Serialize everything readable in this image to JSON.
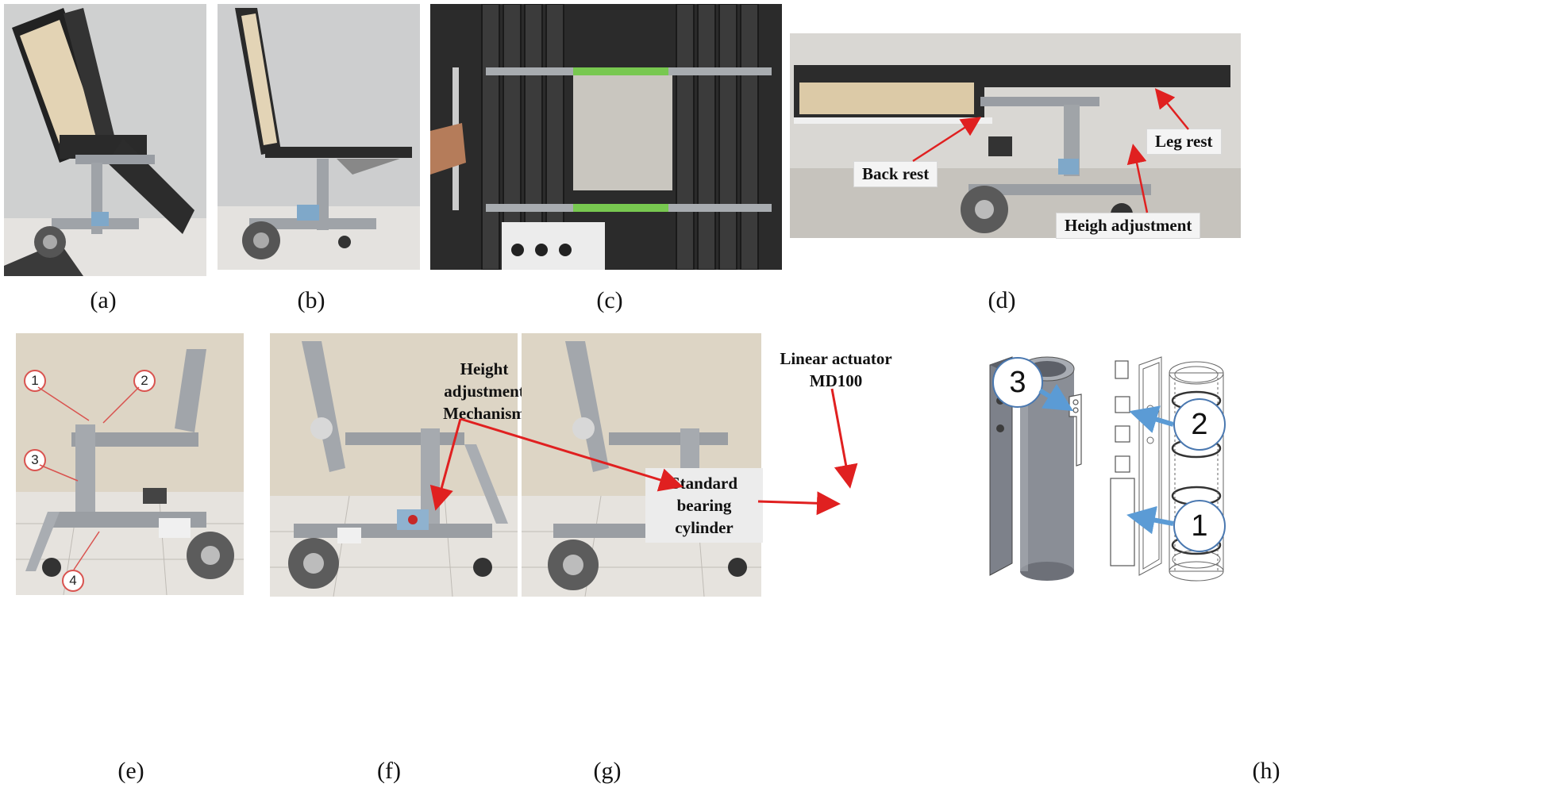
{
  "captions": [
    "(a)",
    "(b)",
    "(c)",
    "(d)",
    "(e)",
    "(f)",
    "(g)",
    "(h)"
  ],
  "panel_d_labels": {
    "back_rest": "Back rest",
    "leg_rest": "Leg rest",
    "height": "Heigh adjustment"
  },
  "panel_e_numbers": [
    "1",
    "2",
    "3",
    "4"
  ],
  "panel_f_label": "Height adjustment Mechanism",
  "panel_g_labels": {
    "actuator": "Linear actuator MD100",
    "bearing": "Standard bearing cylinder"
  },
  "panel_h_numbers": [
    "3",
    "2",
    "1"
  ],
  "colors": {
    "annotation_arrow": "#e02020",
    "diagram_arrow": "#5b9bd5",
    "frame": "#9a9ea3",
    "foam": "#2d2d2d"
  }
}
